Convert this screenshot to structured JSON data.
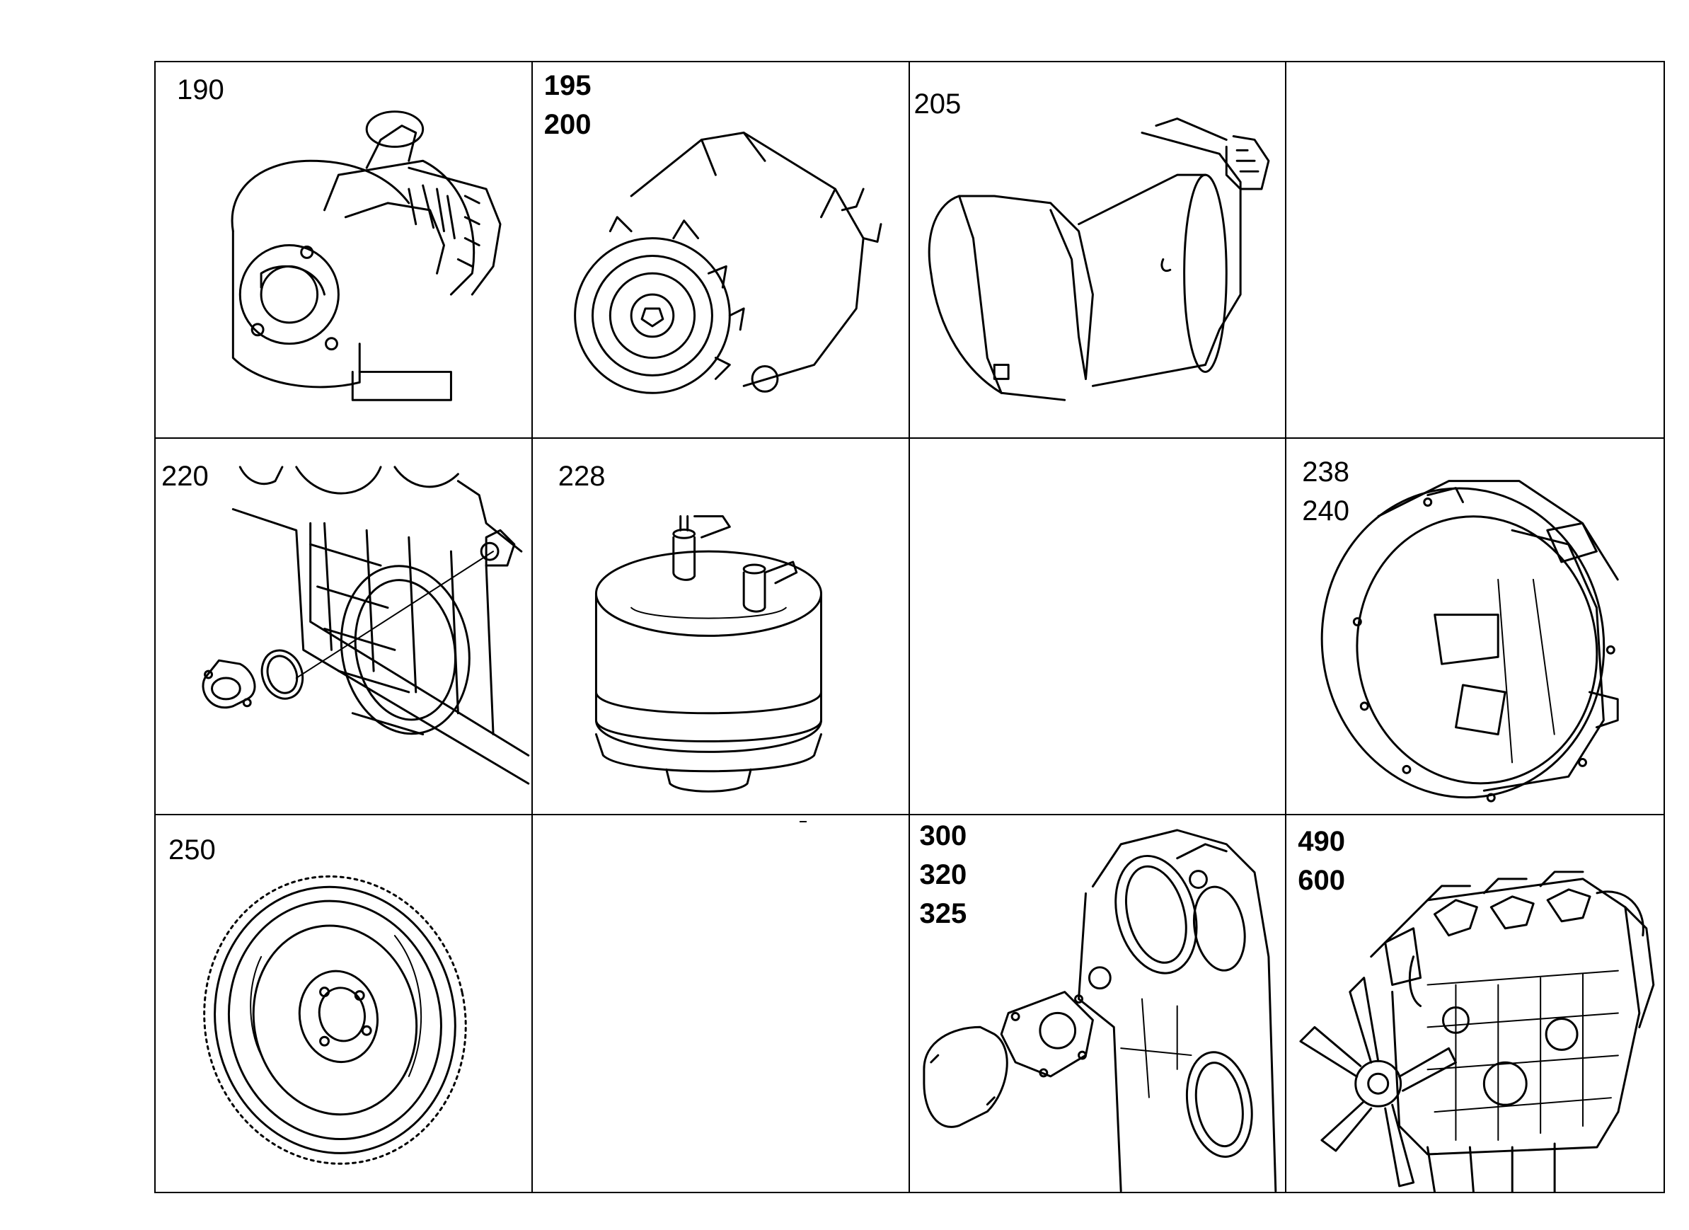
{
  "cells": [
    {
      "id": "turbocharger",
      "labels": [
        "190"
      ],
      "icon": "turbocharger-icon"
    },
    {
      "id": "alternator",
      "labels": [
        "195",
        "200"
      ],
      "icon": "alternator-icon"
    },
    {
      "id": "starter-motor",
      "labels": [
        "205"
      ],
      "icon": "starter-motor-icon"
    },
    {
      "id": "empty-1",
      "labels": []
    },
    {
      "id": "timing-cover-seal",
      "labels": [
        "220"
      ],
      "icon": "timing-cover-seal-icon"
    },
    {
      "id": "pressure-sender",
      "labels": [
        "228"
      ],
      "icon": "pressure-sender-icon"
    },
    {
      "id": "empty-2",
      "labels": []
    },
    {
      "id": "flywheel-housing",
      "labels": [
        "238",
        "240"
      ],
      "icon": "flywheel-housing-icon"
    },
    {
      "id": "flywheel",
      "labels": [
        "250"
      ],
      "icon": "flywheel-icon"
    },
    {
      "id": "empty-3",
      "labels": []
    },
    {
      "id": "cover-gasket",
      "labels": [
        "300",
        "320",
        "325"
      ],
      "icon": "cover-gasket-icon"
    },
    {
      "id": "engine-assembly",
      "labels": [
        "490",
        "600"
      ],
      "icon": "engine-assembly-icon"
    }
  ]
}
